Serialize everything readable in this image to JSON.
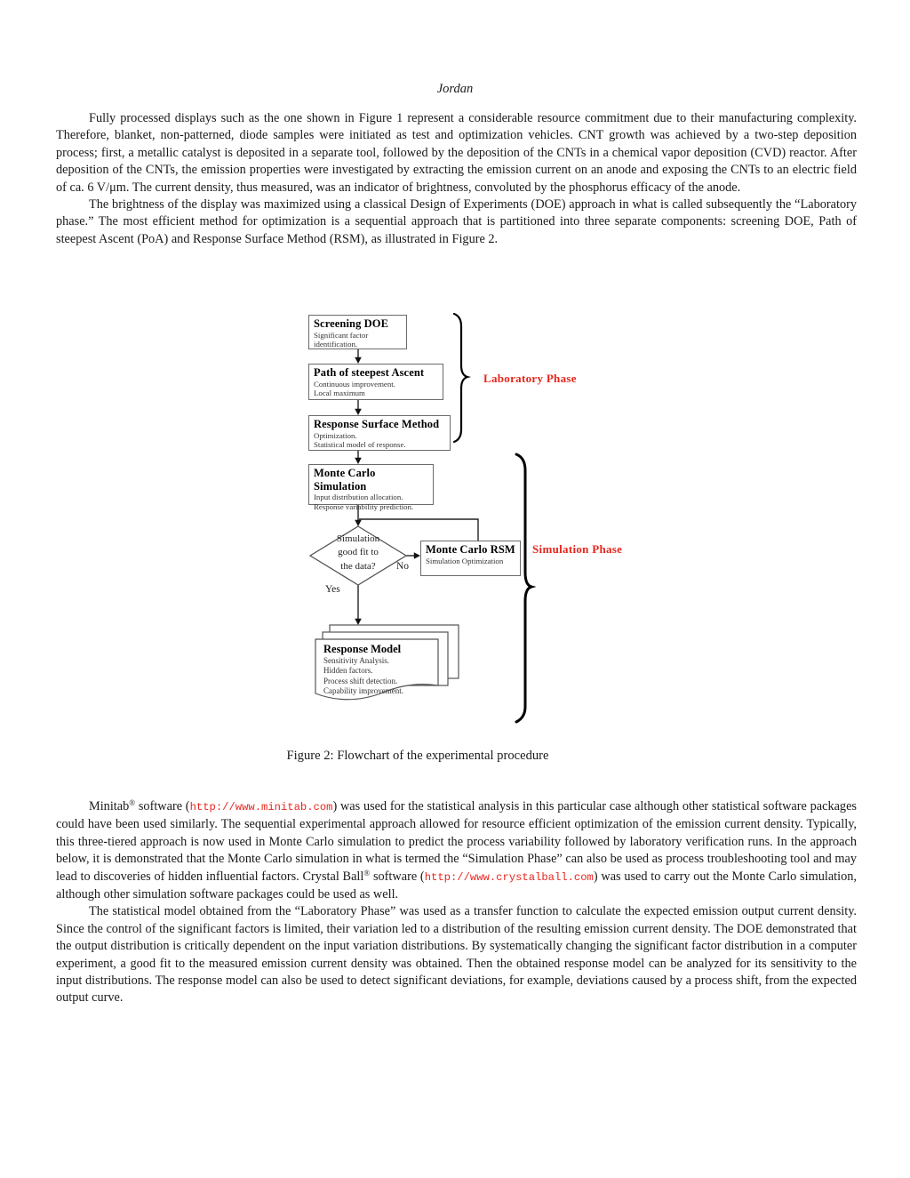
{
  "header": {
    "running_head": "Jordan"
  },
  "content": {
    "paragraphs": [
      {
        "text": "Fully processed displays such as the one shown in Figure 1 represent a considerable resource commitment due to their manufacturing complexity. Therefore, blanket, non-patterned, diode samples were initiated as test and optimization vehicles. CNT growth was achieved by a two-step deposition process; first, a metallic catalyst is deposited in a separate tool, followed by the deposition of the CNTs in a chemical vapor deposition (CVD) reactor. After deposition of the CNTs, the emission properties were investigated by extracting the emission current on an anode and exposing the CNTs to an electric field of ca. 6 V/μm. The current density, thus measured, was an indicator of brightness, convoluted by the phosphorus efficacy of the anode."
      },
      {
        "text": "The brightness of the display was maximized using a classical Design of Experiments (DOE) approach in what is called subsequently the “Laboratory phase.” The most efficient method for optimization is a sequential approach that is partitioned into three separate components: screening DOE, Path of steepest Ascent (PoA) and Response Surface Method (RSM), as illustrated in Figure 2."
      }
    ],
    "p3": {
      "seg1": "Minitab",
      "reg": "®",
      "seg2": " software (",
      "url1": "http://www.minitab.com",
      "seg3": ") was used for the statistical analysis in this particular case although other statistical software packages could have been used similarly. The sequential experimental approach allowed for resource efficient optimization of the emission current density. Typically, this three-tiered approach is now used in Monte Carlo simulation to predict the process variability followed by laboratory verification runs. In the approach below, it is demonstrated that the Monte Carlo simulation in what is termed the “Simulation Phase” can also be used as process troubleshooting tool and may lead to discoveries of hidden influential factors. Crystal Ball",
      "reg2": "®",
      "seg4": " software (",
      "url2": "http://www.crystalball.com",
      "seg5": ") was used to carry out the Monte Carlo simulation, although other simulation software packages could be used as well."
    },
    "p4": {
      "text": "The statistical model obtained from the “Laboratory Phase” was used as a transfer function to calculate the expected emission output current density. Since the control of the significant factors is limited, their variation led to a distribution of the resulting emission current density. The DOE demonstrated that the output distribution is critically dependent on the input variation distributions. By systematically changing the significant factor distribution in a computer experiment, a good fit to the measured emission current density was obtained. Then the obtained response model can be analyzed for its sensitivity to the input distributions. The response model can also be used to detect significant deviations, for example, deviations caused by a process shift, from the expected output curve."
    }
  },
  "figure": {
    "caption": "Figure 2: Flowchart of the experimental procedure",
    "flowchart": {
      "boxes": [
        {
          "title": "Screening DOE",
          "lines": [
            "Significant factor",
            "identification."
          ]
        },
        {
          "title": "Path of steepest Ascent",
          "lines": [
            "Continuous improvement.",
            "Local maximum"
          ]
        },
        {
          "title": "Response Surface Method",
          "lines": [
            "Optimization.",
            "Statistical model of response."
          ]
        },
        {
          "title": "Monte Carlo Simulation",
          "lines": [
            "Input distribution allocation.",
            "Response variability prediction."
          ]
        },
        {
          "title": "Monte Carlo RSM",
          "lines": [
            "Simulation Optimization"
          ]
        },
        {
          "title": "Response Model",
          "lines": [
            "Sensitivity Analysis.",
            "Hidden factors.",
            "Process shift detection.",
            "Capability improvement."
          ]
        }
      ],
      "decision": {
        "lines": [
          "Simulation",
          "good fit to",
          "the data?"
        ]
      },
      "edge_labels": {
        "yes": "Yes",
        "no": "No"
      },
      "phases": [
        {
          "label": "Laboratory Phase"
        },
        {
          "label": "Simulation Phase"
        }
      ]
    }
  },
  "colors": {
    "phase_label": "#e8251c",
    "url_text": "#e8261f",
    "box_border": "#6b6b6b"
  }
}
